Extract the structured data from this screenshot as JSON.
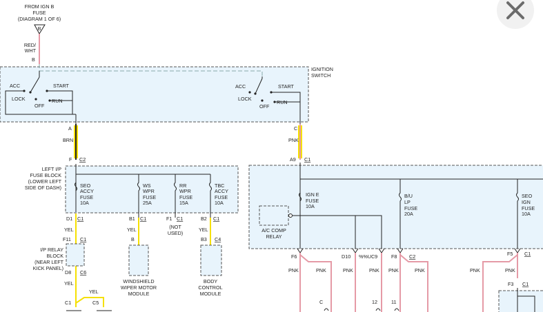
{
  "close_button": {
    "icon": "close-icon"
  },
  "top": {
    "from_lines": [
      "FROM IGN B",
      "FUSE",
      "(DIAGRAM 1 OF 6)"
    ],
    "tri_letter": "B",
    "wire_color": [
      "RED/",
      "WHT"
    ],
    "pin_b": "B"
  },
  "ignition": {
    "label": [
      "IGNITION",
      "SWITCH"
    ],
    "left": {
      "acc": "ACC",
      "start": "START",
      "lock": "LOCK",
      "off": "OFF",
      "run": "RUN"
    },
    "right": {
      "acc": "ACC",
      "start": "START",
      "lock": "LOCK",
      "off": "OFF",
      "run": "RUN"
    },
    "pin_a": "A",
    "pin_c": "C"
  },
  "wires": {
    "brn": "BRN",
    "pnk": "PNK",
    "c2_pin": "F",
    "c2_label": "C2",
    "a9_pin": "A9",
    "a9_label": "C1"
  },
  "left_fuse_block": {
    "label": [
      "LEFT I/P",
      "FUSE BLOCK",
      "(LOWER LEFT",
      "SIDE OF DASH)"
    ],
    "fuses": [
      {
        "lines": [
          "SEO",
          "ACCY",
          "FUSE",
          "10A"
        ]
      },
      {
        "lines": [
          "WS",
          "WPR",
          "FUSE",
          "25A"
        ]
      },
      {
        "lines": [
          "RR",
          "WPR",
          "FUSE",
          "15A"
        ]
      },
      {
        "lines": [
          "TBC",
          "ACCY",
          "FUSE",
          "10A"
        ]
      }
    ],
    "pins": [
      {
        "pin": "D1",
        "conn": "C1"
      },
      {
        "pin": "B1",
        "conn": "C1"
      },
      {
        "pin": "F1",
        "conn": "C1"
      },
      {
        "pin": "B2",
        "conn": "C1"
      }
    ],
    "not_used": [
      "(NOT",
      "USED)"
    ]
  },
  "lower_left": {
    "yel1": "YEL",
    "f11": "F11",
    "f11_c": "C1",
    "relay_label": [
      "I/P RELAY",
      "BLOCK",
      "(NEAR LEFT",
      "KICK PANEL)"
    ],
    "d8": "D8",
    "d8_c": "C6",
    "yel2": "YEL",
    "yel3": "YEL",
    "c1": "C1",
    "c5": "C5",
    "wiper_yel": "YEL",
    "wiper_b": "B",
    "wiper_label": [
      "WINDSHIELD",
      "WIPER MOTOR",
      "MODULE"
    ],
    "bcm_yel": "YEL",
    "bcm_b3": "B3",
    "bcm_c": "C4",
    "bcm_label": [
      "BODY",
      "CONTROL",
      "MODULE"
    ]
  },
  "right_fuse_block": {
    "fuses": [
      {
        "lines": [
          "IGN E",
          "FUSE",
          "10A"
        ]
      },
      {
        "lines": [
          "B/U",
          "LP",
          "FUSE",
          "20A"
        ]
      },
      {
        "lines": [
          "SEO",
          "IGN",
          "FUSE",
          "10A"
        ]
      }
    ],
    "relay": [
      "A/C COMP",
      "RELAY"
    ],
    "pins": {
      "f6": "F6",
      "d10": "D10",
      "c9": "%%UC9",
      "f8": "F8",
      "c2": "C2",
      "f5": "F5",
      "f5_c": "C1",
      "f3": "F3",
      "f3_c": "C1"
    },
    "pnk": [
      "PNK",
      "PNK",
      "PNK",
      "PNK",
      "PNK",
      "PNK",
      "PNK",
      "PNK"
    ],
    "bottom": {
      "c": "C",
      "n12": "12",
      "n11": "11"
    }
  }
}
